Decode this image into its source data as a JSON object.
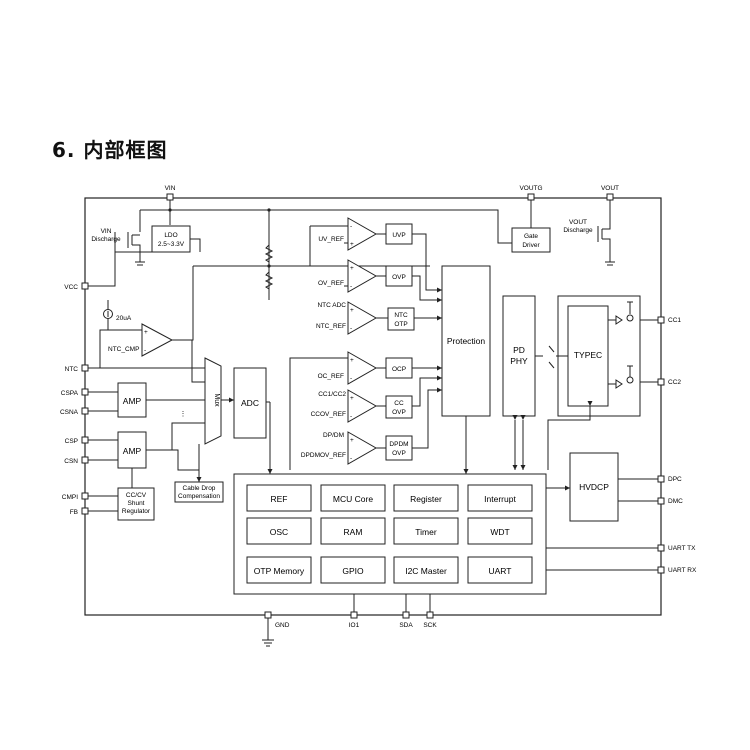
{
  "heading": "6. 内部框图",
  "pins": {
    "vin": "VIN",
    "voutg": "VOUTG",
    "vout": "VOUT",
    "vcc": "VCC",
    "ntc": "NTC",
    "cspa": "CSPA",
    "csna": "CSNA",
    "csp": "CSP",
    "csn": "CSN",
    "cmpi": "CMPI",
    "fb": "FB",
    "cc1": "CC1",
    "cc2": "CC2",
    "dpc": "DPC",
    "dmc": "DMC",
    "uart_tx": "UART TX",
    "uart_rx": "UART RX",
    "gnd": "GND",
    "io1": "IO1",
    "sda": "SDA",
    "sck": "SCK"
  },
  "blocks": {
    "vin_discharge": [
      "VIN",
      "Discharge"
    ],
    "ldo": [
      "LDO",
      "2.5~3.3V"
    ],
    "gate_driver": [
      "Gate",
      "Driver"
    ],
    "vout_discharge": [
      "VOUT",
      "Discharge"
    ],
    "current_source": "20uA",
    "ntc_cmp": "NTC_CMP",
    "amp": "AMP",
    "mux": "Mux",
    "adc": "ADC",
    "shunt_regulator": [
      "CC/CV",
      "Shunt",
      "Regulator"
    ],
    "cable_drop": [
      "Cable Drop",
      "Compensation"
    ],
    "uvp": "UVP",
    "ovp": "OVP",
    "ntc_otp": [
      "NTC",
      "OTP"
    ],
    "ocp": "OCP",
    "cc_ovp": [
      "CC",
      "OVP"
    ],
    "dpdm_ovp": [
      "DPDM",
      "OVP"
    ],
    "protection": "Protection",
    "pd_phy": [
      "PD",
      "PHY"
    ],
    "typec": "TYPEC",
    "hvdcp": "HVDCP"
  },
  "comparator_inputs": {
    "uv_ref": "UV_REF",
    "ov_ref": "OV_REF",
    "ntc_adc": "NTC ADC",
    "ntc_ref": "NTC_REF",
    "oc_ref": "OC_REF",
    "cc1_cc2": "CC1/CC2",
    "ccov_ref": "CCOV_REF",
    "dp_dm": "DP/DM",
    "dpdmov_ref": "DPDMOV_REF"
  },
  "core_cells": [
    [
      "REF",
      "MCU Core",
      "Register",
      "Interrupt"
    ],
    [
      "OSC",
      "RAM",
      "Timer",
      "WDT"
    ],
    [
      "OTP Memory",
      "GPIO",
      "I2C Master",
      "UART"
    ]
  ],
  "ellipsis": "⋮"
}
